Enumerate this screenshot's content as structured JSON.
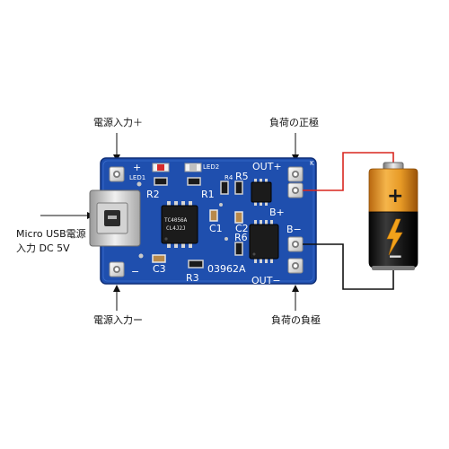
{
  "labels": {
    "input_plus": "電源入力＋",
    "input_minus": "電源入力ー",
    "load_plus": "負荷の正極",
    "load_minus": "負荷の負極",
    "usb_line1": "Micro USB電源",
    "usb_line2": "入力 DC 5V"
  },
  "board": {
    "plus_sign": "+",
    "minus_sign": "−",
    "led1": "LED1",
    "led2": "LED2",
    "out_plus": "OUT+",
    "out_minus": "OUT−",
    "b_plus": "B+",
    "b_minus": "B−",
    "k_mark": "K",
    "r1": "R1",
    "r2": "R2",
    "r3": "R3",
    "r4": "R4",
    "r5": "R5",
    "r6": "R6",
    "c1": "C1",
    "c2": "C2",
    "c3": "C3",
    "board_id": "03962A",
    "chip_main_line1": "TC4056A",
    "chip_main_line2": "CL4J2J"
  },
  "battery": {
    "symbol_plus": "+",
    "symbol_minus": "−"
  },
  "colors": {
    "pcb": "#1f4fae",
    "wire_red": "#d8261f",
    "wire_black": "#111111",
    "battery_gold": "#e79a26",
    "battery_black": "#1a1a1a"
  }
}
